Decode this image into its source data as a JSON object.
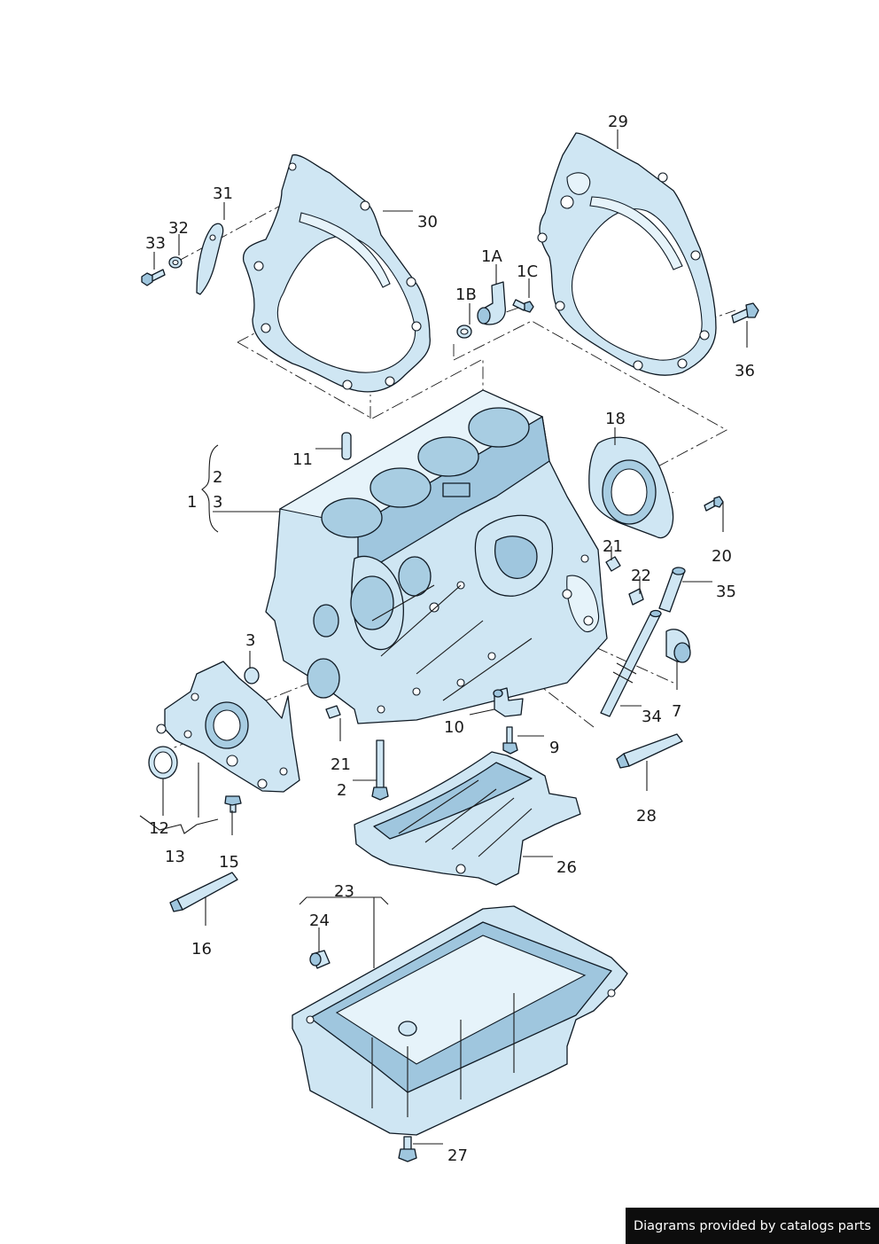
{
  "diagram": {
    "callouts": [
      {
        "id": "29",
        "text": "29"
      },
      {
        "id": "31",
        "text": "31"
      },
      {
        "id": "30",
        "text": "30"
      },
      {
        "id": "32",
        "text": "32"
      },
      {
        "id": "33",
        "text": "33"
      },
      {
        "id": "1A",
        "text": "1A"
      },
      {
        "id": "1C",
        "text": "1C"
      },
      {
        "id": "1B",
        "text": "1B"
      },
      {
        "id": "36",
        "text": "36"
      },
      {
        "id": "18",
        "text": "18"
      },
      {
        "id": "11",
        "text": "11"
      },
      {
        "id": "2a",
        "text": "2"
      },
      {
        "id": "1",
        "text": "1"
      },
      {
        "id": "3a",
        "text": "3"
      },
      {
        "id": "20",
        "text": "20"
      },
      {
        "id": "21a",
        "text": "21"
      },
      {
        "id": "22",
        "text": "22"
      },
      {
        "id": "35",
        "text": "35"
      },
      {
        "id": "3b",
        "text": "3"
      },
      {
        "id": "7",
        "text": "7"
      },
      {
        "id": "34",
        "text": "34"
      },
      {
        "id": "10",
        "text": "10"
      },
      {
        "id": "9",
        "text": "9"
      },
      {
        "id": "21b",
        "text": "21"
      },
      {
        "id": "2b",
        "text": "2"
      },
      {
        "id": "28",
        "text": "28"
      },
      {
        "id": "12",
        "text": "12"
      },
      {
        "id": "13",
        "text": "13"
      },
      {
        "id": "15",
        "text": "15"
      },
      {
        "id": "26",
        "text": "26"
      },
      {
        "id": "23",
        "text": "23"
      },
      {
        "id": "24",
        "text": "24"
      },
      {
        "id": "16",
        "text": "16"
      },
      {
        "id": "27",
        "text": "27"
      }
    ]
  },
  "footer": {
    "credit": "Diagrams provided by catalogs parts"
  }
}
